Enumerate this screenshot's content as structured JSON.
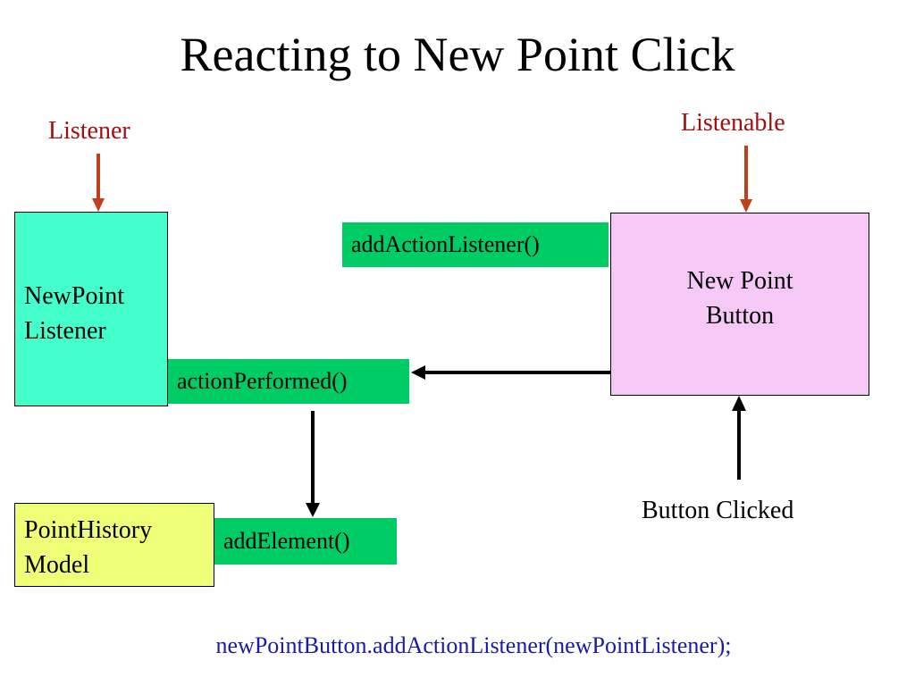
{
  "slide": {
    "title": "Reacting to New Point Click"
  },
  "labels": {
    "listener": "Listener",
    "listenable": "Listenable",
    "button_clicked": "Button Clicked"
  },
  "boxes": {
    "newpoint_listener": {
      "line1": "NewPoint",
      "line2": "Listener"
    },
    "new_point_button": {
      "line1": "New Point",
      "line2": "Button"
    },
    "point_history_model": {
      "line1": "PointHistory",
      "line2": "Model"
    }
  },
  "methods": {
    "add_action_listener": "addActionListener()",
    "action_performed": "actionPerformed()",
    "add_element": "addElement()"
  },
  "code_line": "newPointButton.addActionListener(newPointListener);",
  "colors": {
    "role_label": "#a01010",
    "listener_box": "#44ffcc",
    "button_box": "#f5c8f5",
    "model_box": "#eeff77",
    "method_bg": "#00cc66",
    "code_text": "#1a1aa6",
    "role_arrow": "#c0401c"
  }
}
